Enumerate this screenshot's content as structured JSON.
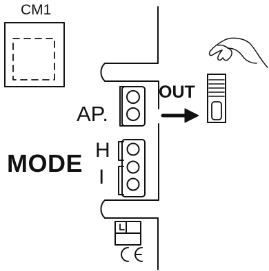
{
  "labels": {
    "cm1": "CM1",
    "ap": "AP.",
    "out": "OUT",
    "mode": "MODE",
    "h": "H",
    "i": "I"
  },
  "icons": {
    "hand": "hand-icon",
    "remote": "remote-control-icon",
    "arrow": "arrow-right-icon",
    "ce": "ce-mark-icon"
  }
}
